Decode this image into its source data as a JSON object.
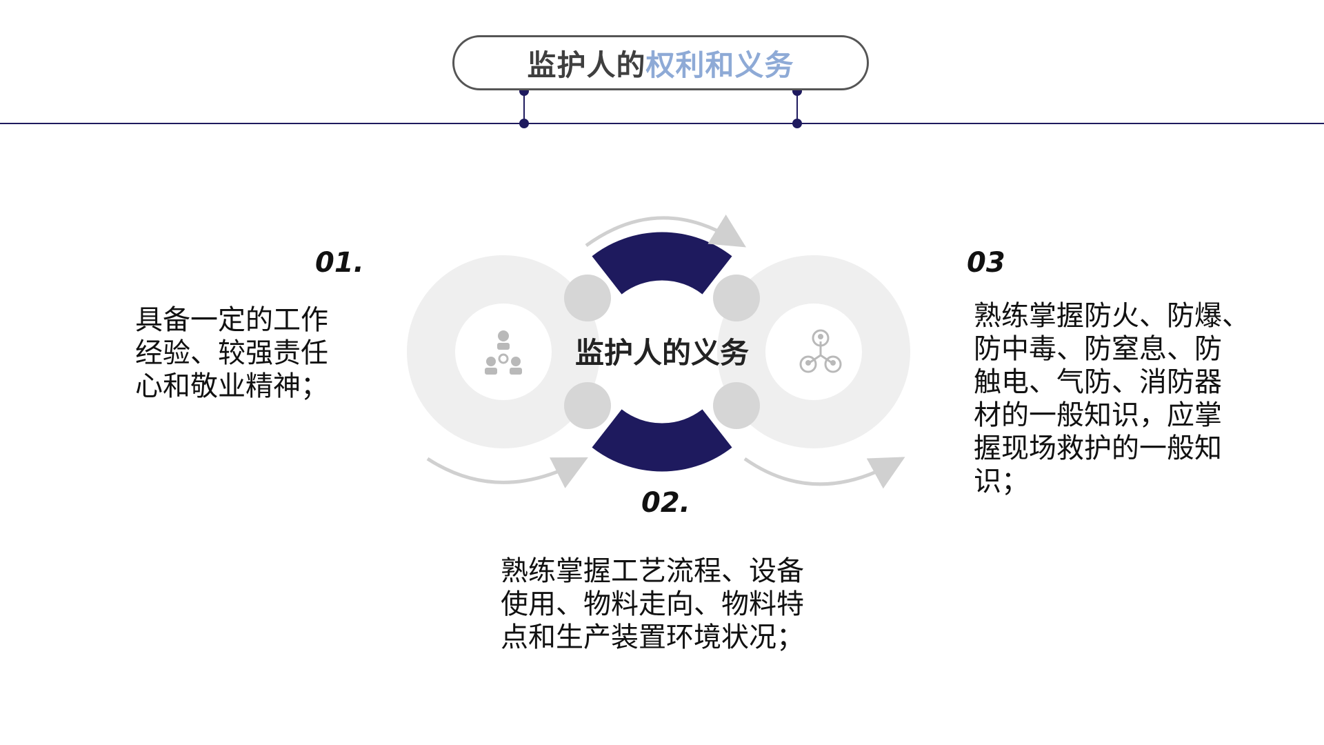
{
  "title": {
    "dark_part": "监护人的",
    "accent_part": "权利和义务"
  },
  "center": {
    "label": "监护人的义务"
  },
  "items": [
    {
      "number": "01.",
      "text": "具备一定的工作\n经验、较强责任\n心和敬业精神；",
      "icon": "team-settings-icon"
    },
    {
      "number": "02.",
      "text": " 熟练掌握工艺流程、设备\n使用、物料走向、物料特\n点和生产装置环境状况；"
    },
    {
      "number": "03",
      "text": "熟练掌握防火、防爆、\n防中毒、防窒息、防\n触电、气防、消防器\n材的一般知识，应掌\n握现场救护的一般知\n识；",
      "icon": "network-people-icon"
    }
  ],
  "colors": {
    "navy": "#1e1a5e",
    "light_ring": "#efefef",
    "mid_grey": "#d6d6d6",
    "title_accent": "#8eaad6",
    "title_dark": "#3f3f3f"
  }
}
